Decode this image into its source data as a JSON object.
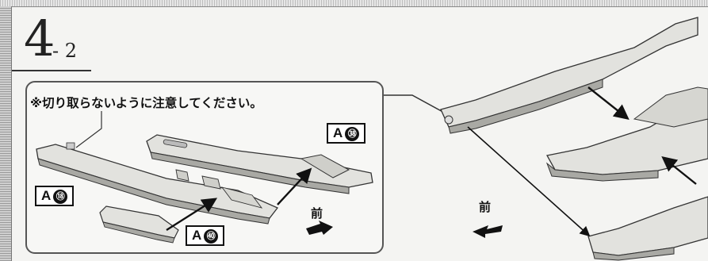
{
  "step": {
    "number": "4",
    "sub": "- 2"
  },
  "detail": {
    "note": "※切り取らないように注意してください。",
    "parts": [
      {
        "letter": "A",
        "number": "㊳"
      },
      {
        "letter": "A",
        "number": "⑱"
      },
      {
        "letter": "A",
        "number": "㊵"
      }
    ],
    "front_label": "前"
  },
  "main": {
    "front_label": "前"
  },
  "colors": {
    "ink": "#111111",
    "part_fill": "#e2e2de",
    "part_shade": "#a9a9a4"
  }
}
